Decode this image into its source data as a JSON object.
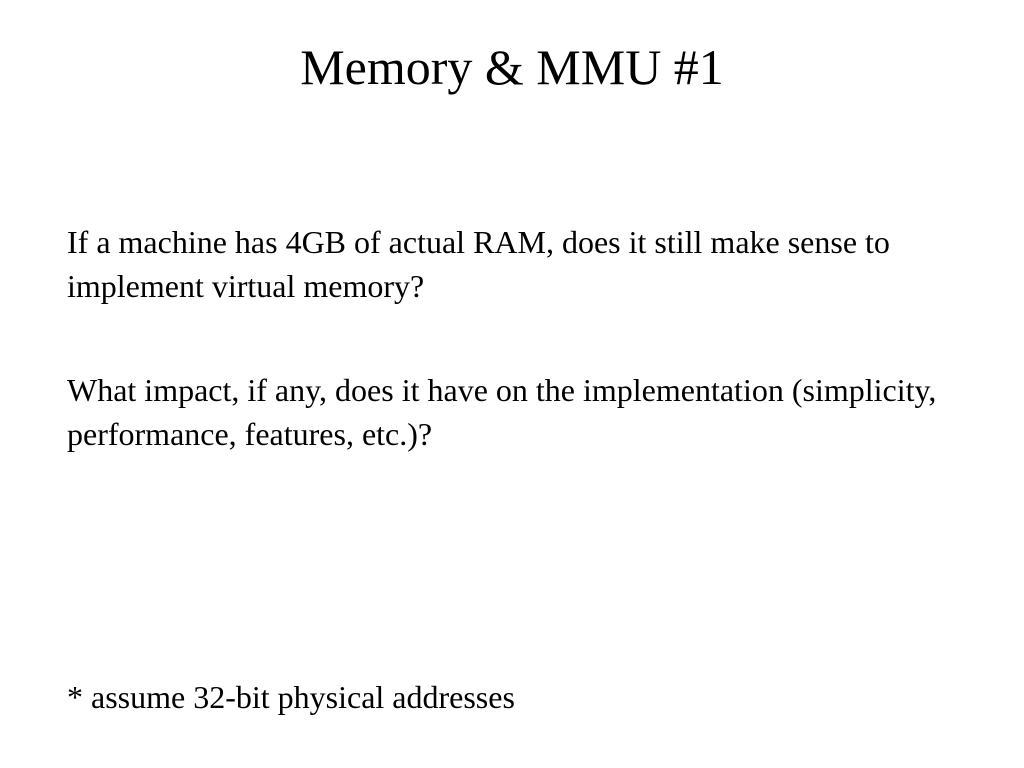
{
  "slide": {
    "title": "Memory & MMU #1",
    "question_1": "If a machine has 4GB of actual RAM, does it still make sense to implement virtual memory?",
    "question_2": "What impact, if any, does it have on the implementation (simplicity, performance, features, etc.)?",
    "footnote": "* assume 32-bit physical addresses"
  },
  "colors": {
    "background": "#ffffff",
    "text": "#000000"
  }
}
